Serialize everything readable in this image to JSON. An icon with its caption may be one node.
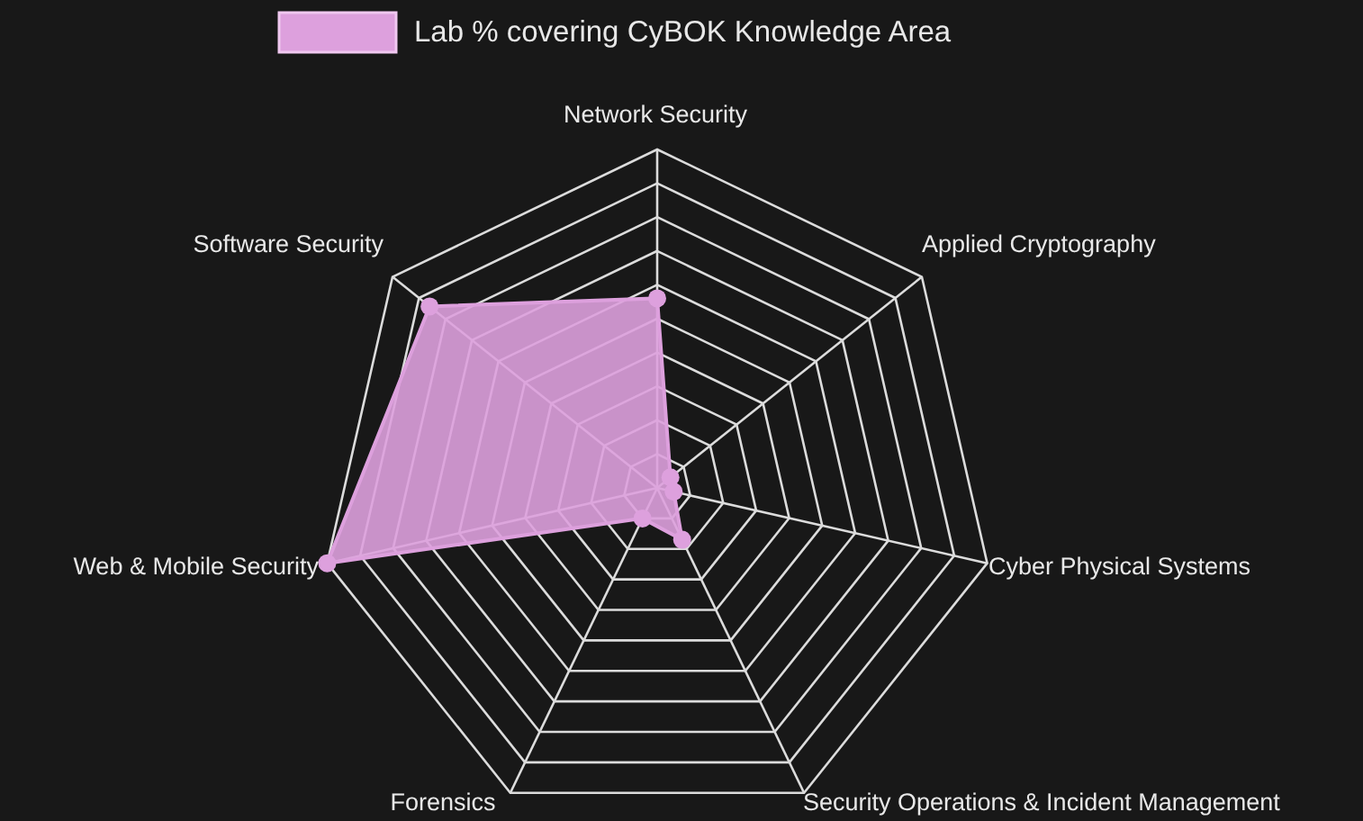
{
  "diagram": {
    "labels": [
      "Network Security",
      "Software Security",
      "Applied Cryptography",
      "Web & Mobile Security",
      "Cyber Physical Systems",
      "Forensics",
      "Security Operations & Incident Management"
    ],
    "legend": [
      {
        "text": "Lab % covering CyBOK Knowledge Area",
        "color": "#dda0dd"
      }
    ]
  }
}
